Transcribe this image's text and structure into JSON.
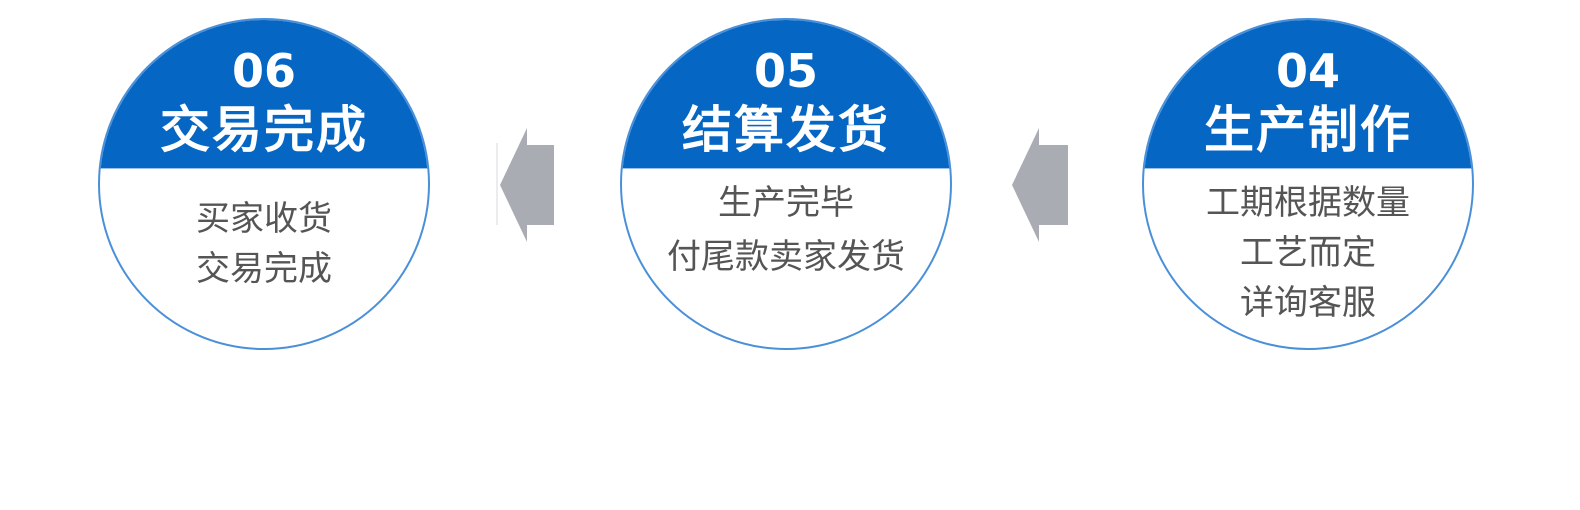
{
  "colors": {
    "header_blue": "#0566c3",
    "circle_border": "#4a90d9",
    "arrow_gray": "#a9acb3",
    "desc_text": "#555555"
  },
  "steps": [
    {
      "number": "06",
      "title": "交易完成",
      "description_lines": [
        "买家收货",
        "交易完成"
      ]
    },
    {
      "number": "05",
      "title": "结算发货",
      "description_lines": [
        "生产完毕",
        "付尾款卖家发货"
      ]
    },
    {
      "number": "04",
      "title": "生产制作",
      "description_lines": [
        "工期根据数量",
        "工艺而定",
        "详询客服"
      ]
    }
  ],
  "arrows": [
    {
      "direction": "left",
      "icon": "arrow-left-icon"
    },
    {
      "direction": "left",
      "icon": "arrow-left-icon"
    }
  ]
}
